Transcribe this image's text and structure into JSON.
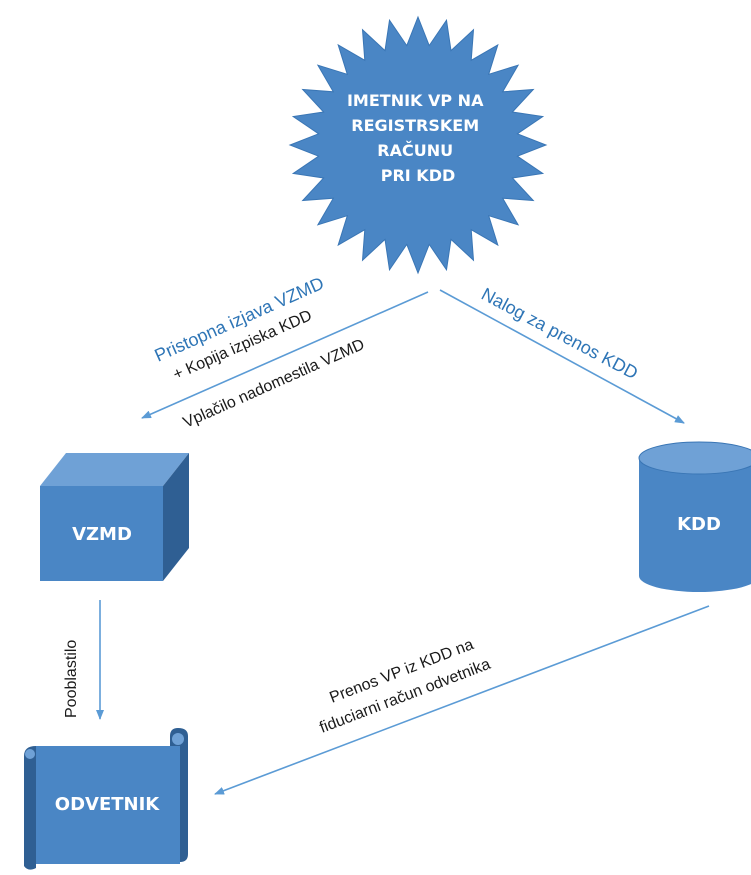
{
  "shapes": {
    "holder": {
      "lines": [
        "IMETNIK VP NA",
        "REGISTRSKEM",
        "RAČUNU",
        "PRI KDD"
      ]
    },
    "vzmd": {
      "label": "VZMD"
    },
    "kdd": {
      "label": "KDD"
    },
    "odvetnik": {
      "label": "ODVETNIK"
    }
  },
  "edges": {
    "holder_to_vzmd": {
      "line1": "Pristopna izjava VZMD",
      "line2": "+ Kopija izpiska KDD",
      "line3": "Vplačilo nadomestila VZMD"
    },
    "holder_to_kdd": {
      "label": "Nalog za prenos KDD"
    },
    "vzmd_to_odvetnik": {
      "label": "Pooblastilo"
    },
    "kdd_to_odvetnik": {
      "line1": "Prenos VP iz KDD na",
      "line2": "fiduciarni račun odvetnika"
    }
  },
  "colors": {
    "shape_fill": "#4a86c5",
    "shape_dark": "#2f5f93",
    "shape_light": "#6fa1d6",
    "arrow": "#5b9bd5",
    "label_blue": "#2e75b6",
    "label_dark": "#1a1a1a"
  }
}
